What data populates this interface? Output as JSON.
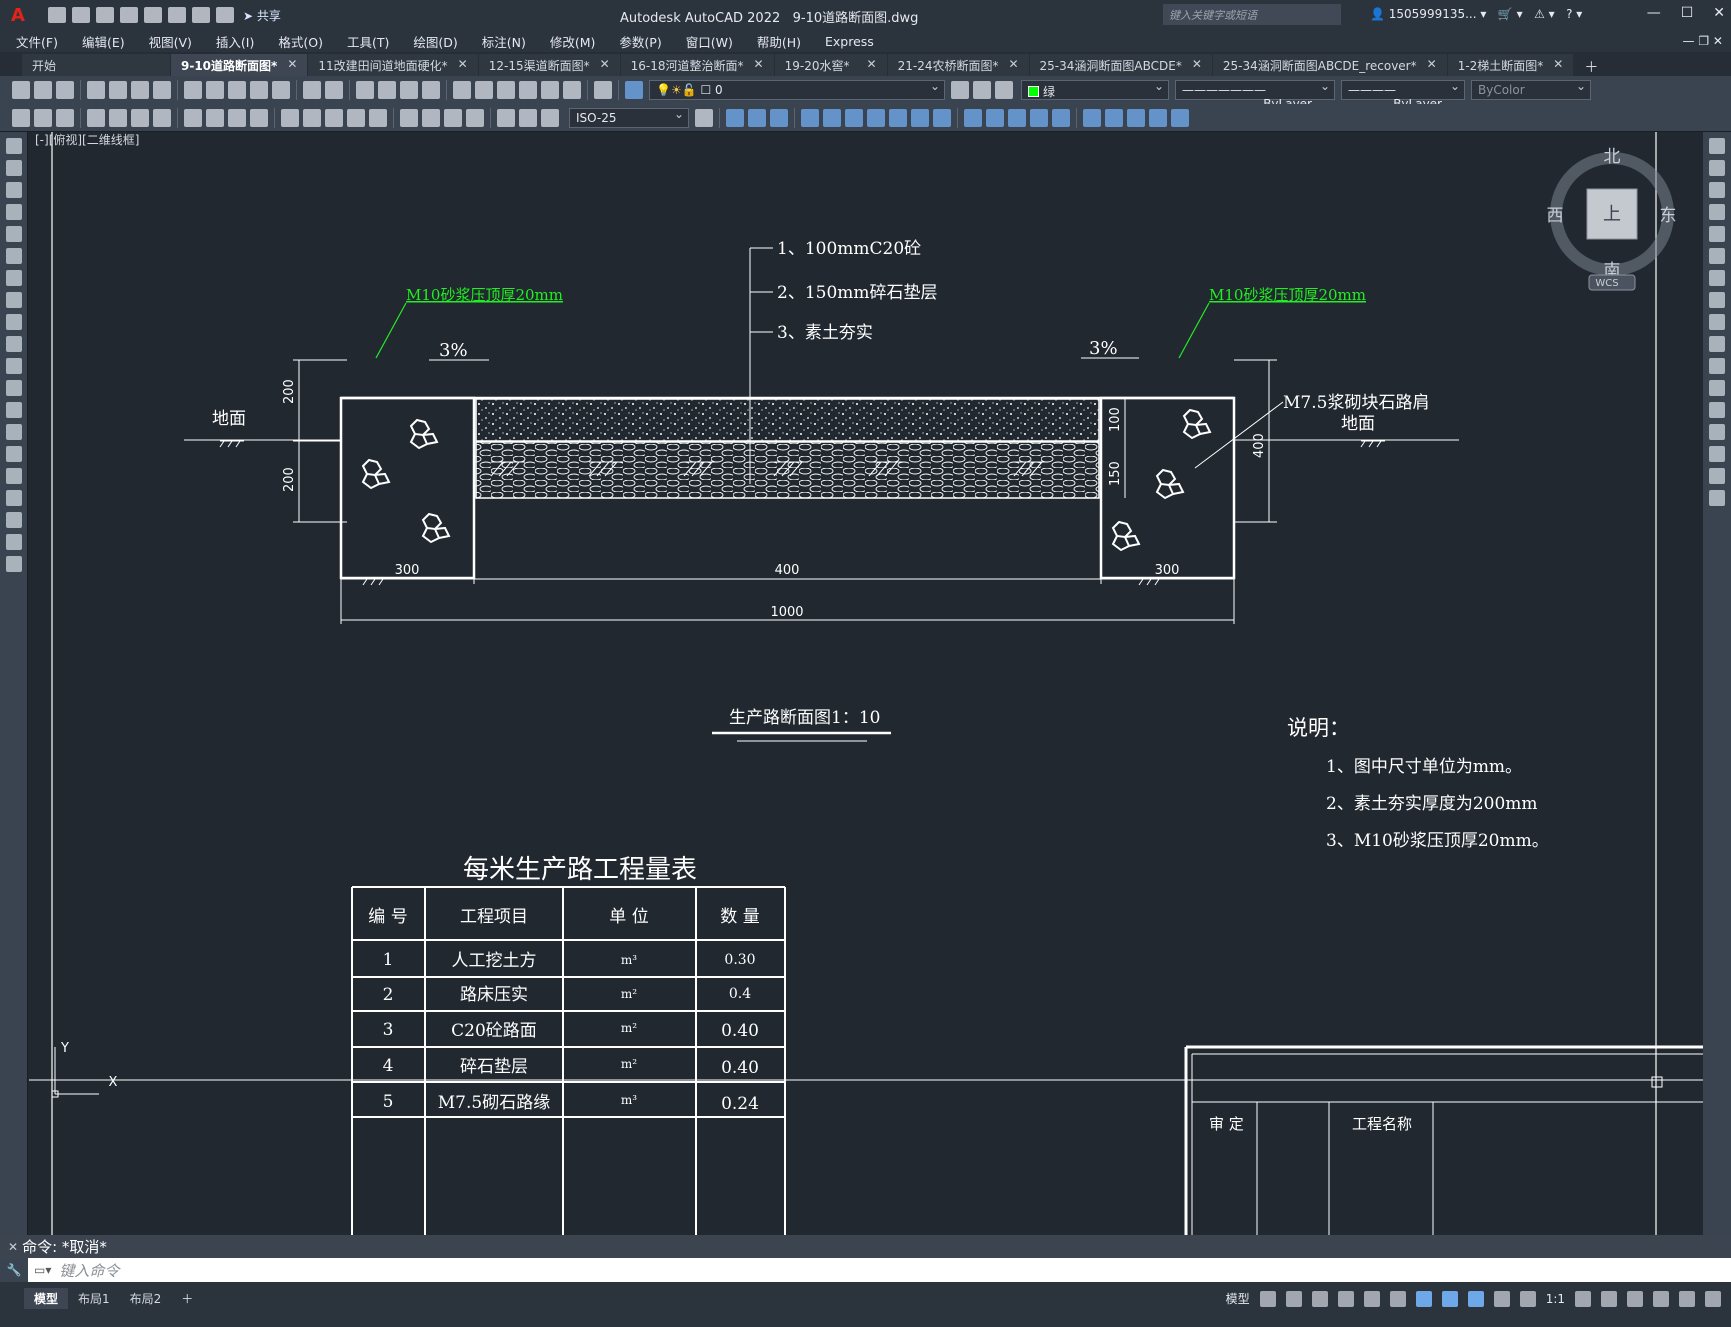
{
  "titlebar": {
    "app_name": "Autodesk AutoCAD 2022",
    "file_name": "9-10道路断面图.dwg",
    "share_label": "共享",
    "search_placeholder": "键入关键字或短语",
    "user": "1505999135...",
    "help": "?"
  },
  "menu": [
    "文件(F)",
    "编辑(E)",
    "视图(V)",
    "插入(I)",
    "格式(O)",
    "工具(T)",
    "绘图(D)",
    "标注(N)",
    "修改(M)",
    "参数(P)",
    "窗口(W)",
    "帮助(H)",
    "Express"
  ],
  "tabs": [
    {
      "label": "开始",
      "active": false,
      "closable": false
    },
    {
      "label": "9-10道路断面图*",
      "active": true,
      "closable": true
    },
    {
      "label": "11改建田间道地面硬化*",
      "active": false,
      "closable": true
    },
    {
      "label": "12-15渠道断面图*",
      "active": false,
      "closable": true
    },
    {
      "label": "16-18河道整治断面*",
      "active": false,
      "closable": true
    },
    {
      "label": "19-20水窖*",
      "active": false,
      "closable": true
    },
    {
      "label": "21-24农桥断面图*",
      "active": false,
      "closable": true
    },
    {
      "label": "25-34涵洞断面图ABCDE*",
      "active": false,
      "closable": true
    },
    {
      "label": "25-34涵洞断面图ABCDE_recover*",
      "active": false,
      "closable": true
    },
    {
      "label": "1-2梯土断面图*",
      "active": false,
      "closable": true
    }
  ],
  "toolbar": {
    "layer_value": "0",
    "color_value": "绿",
    "linetype_value": "ByLayer",
    "lineweight_value": "ByLayer",
    "plotstyle_value": "ByColor",
    "dimstyle_value": "ISO-25"
  },
  "viewport": {
    "label": "[-][俯视][二维线框]",
    "compass": {
      "north": "北",
      "south": "南",
      "east": "东",
      "west": "西",
      "top": "上",
      "wcs": "WCS"
    },
    "ucs": {
      "y": "Y",
      "x": "X"
    }
  },
  "drawing": {
    "layers": [
      "1、100mmC20砼",
      "2、150mm碎石垫层",
      "3、素土夯实"
    ],
    "mortar_left": "M10砂浆压顶厚20mm",
    "mortar_right": "M10砂浆压顶厚20mm",
    "slope_left": "3%",
    "slope_right": "3%",
    "ground_left": "地面",
    "ground_right": "地面",
    "shoulder": "M7.5浆砌块石路肩",
    "dim_left_top": "200",
    "dim_left_bottom": "200",
    "dim_mid_top": "100",
    "dim_mid_bottom": "150",
    "dim_right": "400",
    "dim_w1": "300",
    "dim_w2": "400",
    "dim_w3": "300",
    "dim_total": "1000",
    "section_title": "生产路断面图1：10",
    "notes_title": "说明：",
    "notes": [
      "1、图中尺寸单位为mm。",
      "2、素土夯实厚度为200mm",
      "3、M10砂浆压顶厚20mm。"
    ],
    "table_title": "每米生产路工程量表",
    "table_headers": [
      "编 号",
      "工程项目",
      "单 位",
      "数 量"
    ],
    "table_rows": [
      [
        "1",
        "人工挖土方",
        "m³",
        "0.30"
      ],
      [
        "2",
        "路床压实",
        "m²",
        "0.4"
      ],
      [
        "3",
        "C20砼路面",
        "m²",
        "0.40"
      ],
      [
        "4",
        "碎石垫层",
        "m²",
        "0.40"
      ],
      [
        "5",
        "M7.5砌石路缘",
        "m³",
        "0.24"
      ]
    ],
    "titleblock": [
      "审 定",
      "工程名称"
    ]
  },
  "command": {
    "history": "命令: *取消*",
    "prompt": "键入命令"
  },
  "layouts": [
    "模型",
    "布局1",
    "布局2"
  ],
  "status": {
    "model_label": "模型",
    "scale": "1:1"
  }
}
